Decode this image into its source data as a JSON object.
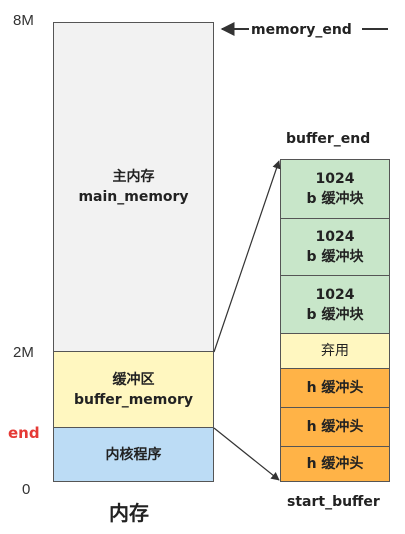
{
  "ticks": {
    "top": "8M",
    "mid": "2M",
    "end": "end",
    "zero": "0"
  },
  "memory": {
    "main_line1": "主内存",
    "main_line2": "main_memory",
    "buffer_line1": "缓冲区",
    "buffer_line2": "buffer_memory",
    "kernel": "内核程序",
    "caption": "内存",
    "memory_end": "memory_end"
  },
  "buffer": {
    "top_label": "buffer_end",
    "bottom_label": "start_buffer",
    "blocks": [
      {
        "line1": "1024",
        "line2": "b 缓冲块"
      },
      {
        "line1": "1024",
        "line2": "b 缓冲块"
      },
      {
        "line1": "1024",
        "line2": "b 缓冲块"
      }
    ],
    "discard": "弃用",
    "heads": [
      "h 缓冲头",
      "h 缓冲头",
      "h 缓冲头"
    ]
  },
  "colors": {
    "main": "#f2f2f2",
    "buffer": "#fff7c0",
    "kernel": "#bcdcf5",
    "block": "#c8e6c9",
    "discard": "#fff7c0",
    "head": "#ffb347",
    "end_label": "#e53935"
  }
}
